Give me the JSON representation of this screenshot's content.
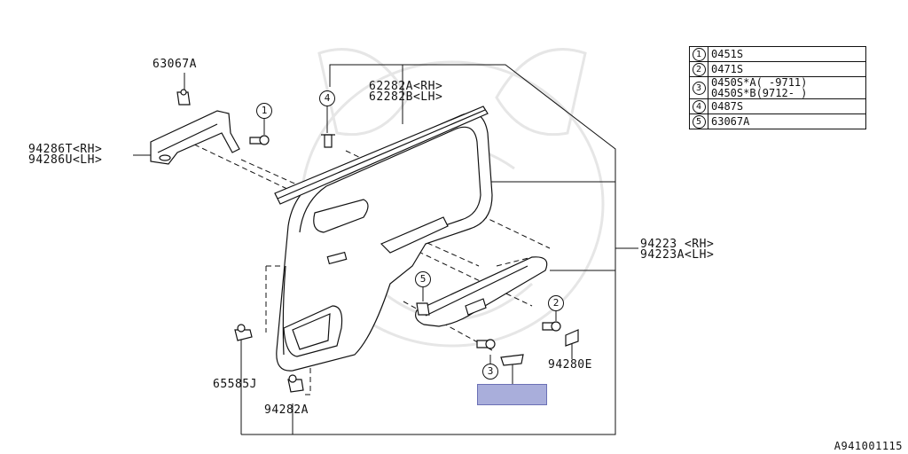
{
  "parts": {
    "p63067A": "63067A",
    "p62282A": "62282A<RH>",
    "p62282B": "62282B<LH>",
    "p94286T": "94286T<RH>",
    "p94286U": "94286U<LH>",
    "p94223": "94223 <RH>",
    "p94223A": "94223A<LH>",
    "p94280E": "94280E",
    "p65585J": "65585J",
    "p94282A": "94282A"
  },
  "callouts": {
    "c1": "1",
    "c4": "4",
    "c5": "5",
    "c2": "2",
    "c3": "3"
  },
  "legend": [
    {
      "num": "1",
      "codes": [
        "0451S"
      ]
    },
    {
      "num": "2",
      "codes": [
        "0471S"
      ]
    },
    {
      "num": "3",
      "codes": [
        "0450S*A(  -9711)",
        "0450S*B(9712-  )"
      ]
    },
    {
      "num": "4",
      "codes": [
        "0487S"
      ]
    },
    {
      "num": "5",
      "codes": [
        "63067A"
      ]
    }
  ],
  "reference_code": "A941001115",
  "colors": {
    "line": "#111111",
    "highlight_fill": "#a9aedb",
    "highlight_border": "#6b70b5",
    "watermark": "#e6e6e6"
  }
}
